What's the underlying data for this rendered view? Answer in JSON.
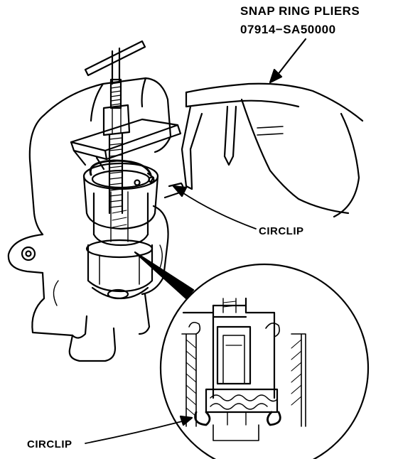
{
  "labels": {
    "tool_name": "SNAP RING PLIERS",
    "tool_number": "07914−SA50000",
    "circlip_upper": "CIRCLIP",
    "circlip_lower": "CIRCLIP"
  },
  "colors": {
    "ink": "#000000",
    "paper": "#ffffff"
  }
}
